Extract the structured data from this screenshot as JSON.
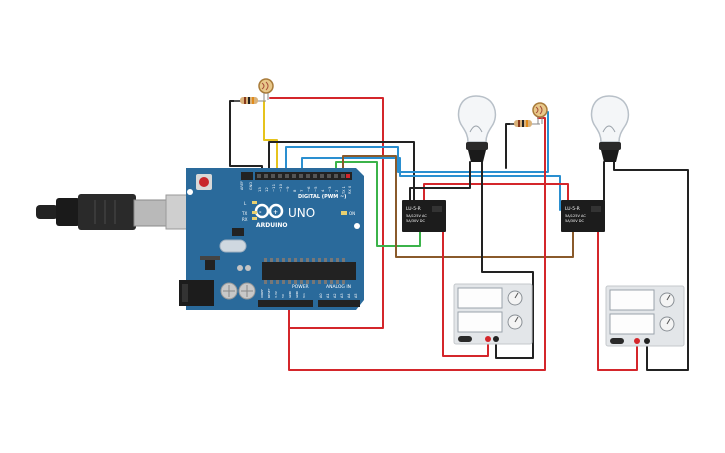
{
  "board": {
    "brand": "ARDUINO",
    "model": "UNO",
    "digital_header_label": "DIGITAL (PWM ~)",
    "analog_header_label": "ANALOG IN",
    "power_header_label": "POWER",
    "led_labels": [
      "L",
      "TX",
      "RX"
    ],
    "on_label": "ON",
    "aref_label": "AREF",
    "gnd_label": "GND",
    "digital_pins": [
      "13",
      "12",
      "~11",
      "~10",
      "~9",
      "8",
      "7",
      "~6",
      "~5",
      "4",
      "~3",
      "2",
      "TX 1",
      "RX 0"
    ],
    "power_pins": [
      "IOREF",
      "RESET",
      "3.3V",
      "5V",
      "GND",
      "GND",
      "Vin"
    ],
    "analog_pins": [
      "A0",
      "A1",
      "A2",
      "A3",
      "A4",
      "A5"
    ]
  },
  "relays": [
    {
      "label": "LU-5-R",
      "lines": [
        "5A/125V AC",
        "5A/30V DC"
      ]
    },
    {
      "label": "LU-5-R",
      "lines": [
        "5A/125V AC",
        "5A/30V DC"
      ]
    }
  ],
  "colors": {
    "board": "#2a6a9b",
    "wire_red": "#d4262b",
    "wire_black": "#222222",
    "wire_blue": "#2a8fd0",
    "wire_green": "#3bb34a",
    "wire_brown": "#8a5a2b",
    "wire_yellow": "#e6c31c"
  }
}
